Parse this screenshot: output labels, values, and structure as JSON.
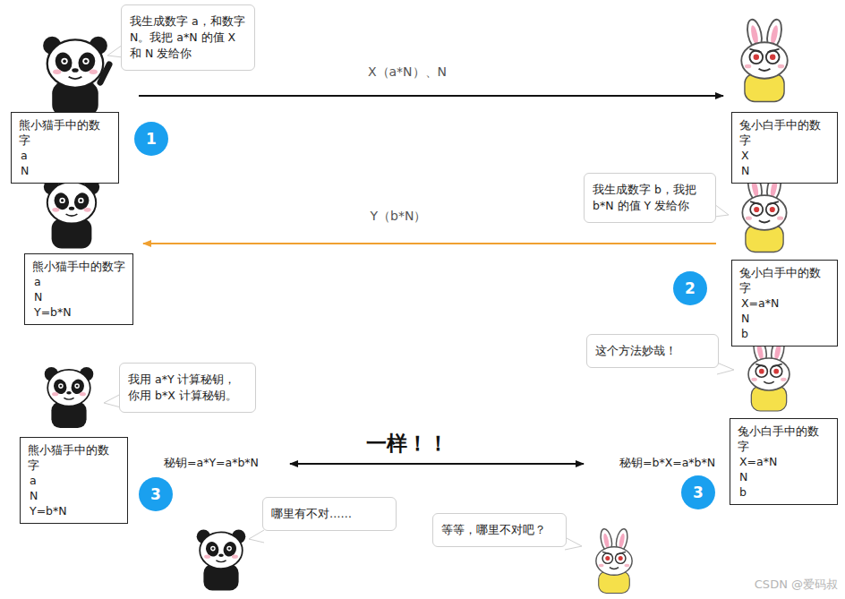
{
  "diagram": {
    "nodes": [
      {
        "text": [
          "我生成数字 a，和数字 N。我把 a*N 的值 X 和 N 发给你"
        ]
      },
      {
        "text": [
          "熊小猫手中的数字",
          "a",
          "N"
        ]
      },
      {
        "text": [
          "兔小白手中的数字",
          "X",
          "N"
        ]
      },
      {
        "text": [
          "1"
        ]
      },
      {
        "text": [
          "我生成数字 b，我把 b*N 的值 Y 发给你"
        ]
      },
      {
        "text": [
          "熊小猫手中的数字",
          "a",
          "N",
          "Y=b*N"
        ]
      },
      {
        "text": [
          "兔小白手中的数字",
          "X=a*N",
          "N",
          "b"
        ]
      },
      {
        "text": [
          "2"
        ]
      },
      {
        "text": [
          "这个方法妙哉！"
        ]
      },
      {
        "text": [
          "我用 a*Y 计算秘钥，你用 b*X 计算秘钥。"
        ]
      },
      {
        "text": [
          "兔小白手中的数字",
          "X=a*N",
          "N",
          "b"
        ]
      },
      {
        "text": [
          "熊小猫手中的数字",
          "a",
          "N",
          "Y=b*N"
        ]
      },
      {
        "text": [
          "3"
        ]
      },
      {
        "text": [
          "3"
        ]
      },
      {
        "text": [
          "哪里有不对……"
        ]
      },
      {
        "text": [
          "等等，哪里不对吧？"
        ]
      }
    ],
    "labels": [
      "X（a*N）、N",
      "Y（b*N）",
      "一样！！",
      "秘钥=a*Y=a*b*N",
      "秘钥=b*X=a*b*N",
      "CSDN @爱码叔"
    ]
  }
}
